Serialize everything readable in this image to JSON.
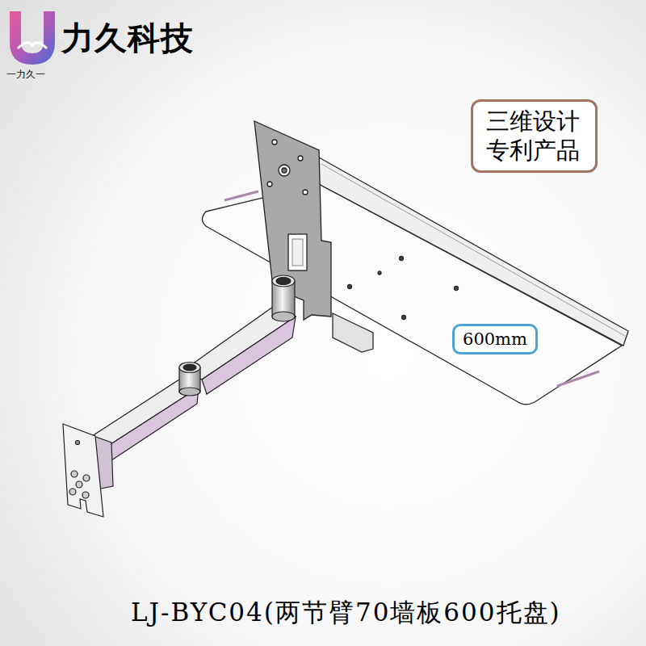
{
  "diagram": {
    "caption": "LJ-BYC04(两节臂70墙板600托盘)",
    "nodes": [
      {
        "text": [
          "三维设计 专利产品"
        ]
      },
      {
        "text": [
          "600mm"
        ]
      }
    ],
    "labels": [
      "力久科技",
      "一力久一"
    ]
  }
}
